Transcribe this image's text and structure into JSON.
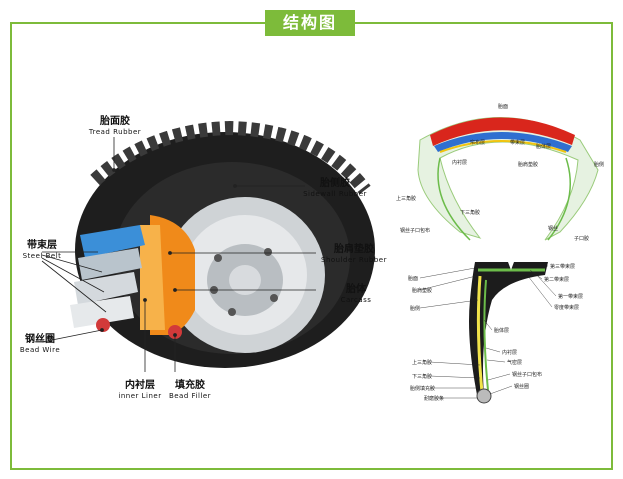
{
  "title": "结构图",
  "main_labels": [
    {
      "cn": "胎面胶",
      "en": "Tread Rubber"
    },
    {
      "cn": "胎侧胶",
      "en": "Sidewall Rubber"
    },
    {
      "cn": "带束层",
      "en": "Steel Belt"
    },
    {
      "cn": "胎肩垫胶",
      "en": "Shoulder Rubber"
    },
    {
      "cn": "胎体",
      "en": "Carcass"
    },
    {
      "cn": "钢丝圈",
      "en": "Bead Wire"
    },
    {
      "cn": "内衬层",
      "en": "inner Liner"
    },
    {
      "cn": "填充胶",
      "en": "Bead Filler"
    }
  ],
  "upper_diagram_labels": [
    "胎面",
    "带束层",
    "帘布层",
    "内衬层",
    "胎侧",
    "上三角胶",
    "下三角胶",
    "钢丝子口包布",
    "钢丝",
    "子口胶",
    "胎体层",
    "胎肩垫胶"
  ],
  "lower_diagram_labels": [
    "胎面",
    "胎肩垫胶",
    "胎侧",
    "第三带束层",
    "第二带束层",
    "第一带束层",
    "零度带束层",
    "胎体层",
    "内衬层",
    "气密层",
    "上三角胶",
    "下三角胶",
    "钢丝子口包布",
    "胎侧填充胶",
    "钢丝圈",
    "耐磨胶条"
  ]
}
